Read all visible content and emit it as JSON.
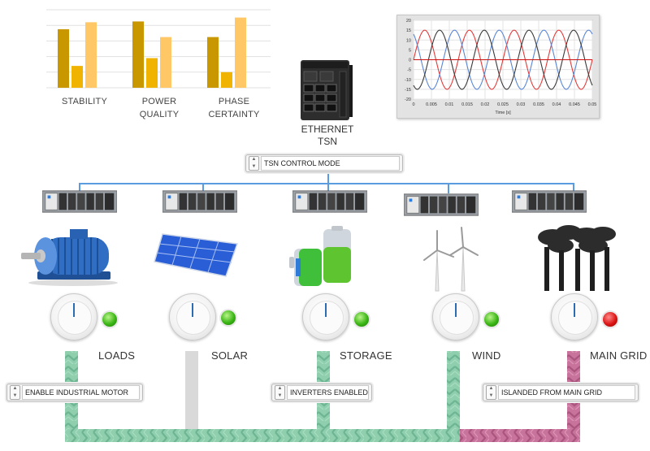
{
  "metrics": {
    "labels": [
      {
        "line1": "STABILITY",
        "line2": ""
      },
      {
        "line1": "POWER",
        "line2": "QUALITY"
      },
      {
        "line1": "PHASE",
        "line2": "CERTAINTY"
      }
    ]
  },
  "chart_data": [
    {
      "type": "bar",
      "categories": [
        "STABILITY",
        "POWER QUALITY",
        "PHASE CERTAINTY"
      ],
      "series": [
        {
          "values": [
            75,
            85,
            65
          ]
        },
        {
          "values": [
            28,
            38,
            20
          ]
        },
        {
          "values": [
            84,
            65,
            90
          ]
        }
      ],
      "ylim": [
        0,
        100
      ],
      "colors": [
        "#c99700",
        "#f0b400",
        "#ffc766"
      ],
      "grid": true
    },
    {
      "type": "line",
      "xlabel": "Time [s]",
      "xlim": [
        0,
        0.05
      ],
      "ylim": [
        -20,
        20
      ],
      "xticks": [
        "0",
        "0.005",
        "0.01",
        "0.015",
        "0.02",
        "0.025",
        "0.03",
        "0.035",
        "0.04",
        "0.045",
        "0.05"
      ],
      "yticks": [
        "20",
        "15",
        "10",
        "5",
        "0",
        "-5",
        "-10",
        "-15",
        "-20"
      ],
      "series": [
        {
          "color": "#e23c3c",
          "amplitude": 15,
          "frequency": 80,
          "phase_deg": 0
        },
        {
          "color": "#5a86d8",
          "amplitude": 15,
          "frequency": 80,
          "phase_deg": 120
        },
        {
          "color": "#3a3a3a",
          "amplitude": 15,
          "frequency": 80,
          "phase_deg": 240
        },
        {
          "color": "#cc1111",
          "amplitude": 0,
          "frequency": 0,
          "phase_deg": 0
        }
      ],
      "grid": true
    }
  ],
  "network": {
    "switch_label_1": "ETHERNET",
    "switch_label_2": "TSN",
    "control_mode": "TSN CONTROL MODE"
  },
  "sources": [
    {
      "label": "LOADS",
      "led": "green"
    },
    {
      "label": "SOLAR",
      "led": "green"
    },
    {
      "label": "STORAGE",
      "led": "green"
    },
    {
      "label": "WIND",
      "led": "green"
    },
    {
      "label": "MAIN GRID",
      "led": "red"
    }
  ],
  "controls": {
    "motor": "ENABLE INDUSTRIAL MOTOR",
    "inverters": "INVERTERS ENABLED",
    "grid": "ISLANDED FROM MAIN GRID"
  },
  "colors": {
    "bus_green": "#8fcfae",
    "bus_pink": "#c8739b",
    "solar_grey": "#d9d9d9",
    "network_blue": "#4a90d9"
  }
}
